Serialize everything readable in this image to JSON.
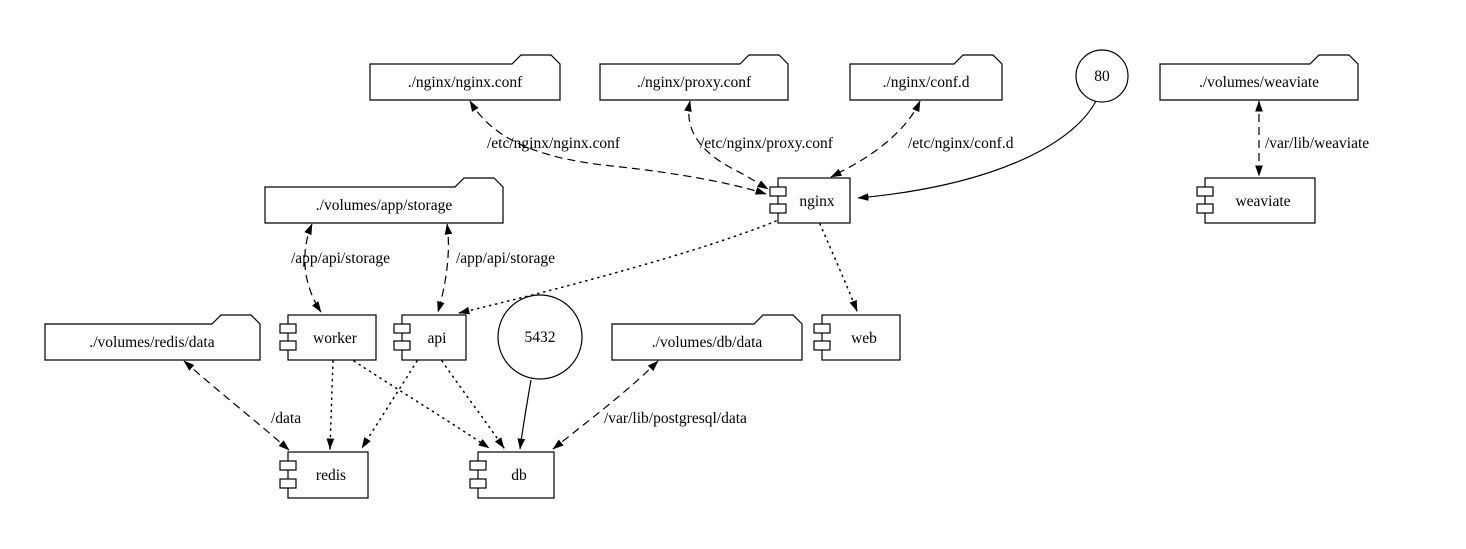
{
  "diagram": {
    "type": "docker-compose-service-graph",
    "background_color": "#ffffff",
    "stroke_color": "#000000",
    "nodes": {
      "nginx_conf_folder": "./nginx/nginx.conf",
      "proxy_conf_folder": "./nginx/proxy.conf",
      "conf_d_folder": "./nginx/conf.d",
      "port_80": "80",
      "weaviate_folder": "./volumes/weaviate",
      "app_storage_folder": "./volumes/app/storage",
      "nginx_service": "nginx",
      "weaviate_service": "weaviate",
      "redis_data_folder": "./volumes/redis/data",
      "worker_service": "worker",
      "api_service": "api",
      "port_5432": "5432",
      "db_data_folder": "./volumes/db/data",
      "web_service": "web",
      "redis_service": "redis",
      "db_service": "db"
    },
    "edge_labels": {
      "nginx_conf": "/etc/nginx/nginx.conf",
      "proxy_conf": "/etc/nginx/proxy.conf",
      "conf_d": "/etc/nginx/conf.d",
      "weaviate": "/var/lib/weaviate",
      "worker_storage": "/app/api/storage",
      "api_storage": "/app/api/storage",
      "redis_data": "/data",
      "db_data": "/var/lib/postgresql/data"
    },
    "edges": [
      {
        "from": "./nginx/nginx.conf",
        "to": "nginx",
        "type": "volume",
        "label": "/etc/nginx/nginx.conf",
        "style": "dashed-both-arrows"
      },
      {
        "from": "./nginx/proxy.conf",
        "to": "nginx",
        "type": "volume",
        "label": "/etc/nginx/proxy.conf",
        "style": "dashed-both-arrows"
      },
      {
        "from": "./nginx/conf.d",
        "to": "nginx",
        "type": "volume",
        "label": "/etc/nginx/conf.d",
        "style": "dashed-both-arrows"
      },
      {
        "from": "80",
        "to": "nginx",
        "type": "port",
        "style": "solid-arrow"
      },
      {
        "from": "./volumes/weaviate",
        "to": "weaviate",
        "type": "volume",
        "label": "/var/lib/weaviate",
        "style": "dashed-both-arrows"
      },
      {
        "from": "./volumes/app/storage",
        "to": "worker",
        "type": "volume",
        "label": "/app/api/storage",
        "style": "dashed-both-arrows"
      },
      {
        "from": "./volumes/app/storage",
        "to": "api",
        "type": "volume",
        "label": "/app/api/storage",
        "style": "dashed-both-arrows"
      },
      {
        "from": "./volumes/redis/data",
        "to": "redis",
        "type": "volume",
        "label": "/data",
        "style": "dashed-both-arrows"
      },
      {
        "from": "./volumes/db/data",
        "to": "db",
        "type": "volume",
        "label": "/var/lib/postgresql/data",
        "style": "dashed-both-arrows"
      },
      {
        "from": "5432",
        "to": "db",
        "type": "port",
        "style": "solid-arrow"
      },
      {
        "from": "nginx",
        "to": "api",
        "type": "depends_on",
        "style": "dotted-arrow"
      },
      {
        "from": "nginx",
        "to": "web",
        "type": "depends_on",
        "style": "dotted-arrow"
      },
      {
        "from": "worker",
        "to": "redis",
        "type": "depends_on",
        "style": "dotted-arrow"
      },
      {
        "from": "worker",
        "to": "db",
        "type": "depends_on",
        "style": "dotted-arrow"
      },
      {
        "from": "api",
        "to": "redis",
        "type": "depends_on",
        "style": "dotted-arrow"
      },
      {
        "from": "api",
        "to": "db",
        "type": "depends_on",
        "style": "dotted-arrow"
      }
    ]
  }
}
